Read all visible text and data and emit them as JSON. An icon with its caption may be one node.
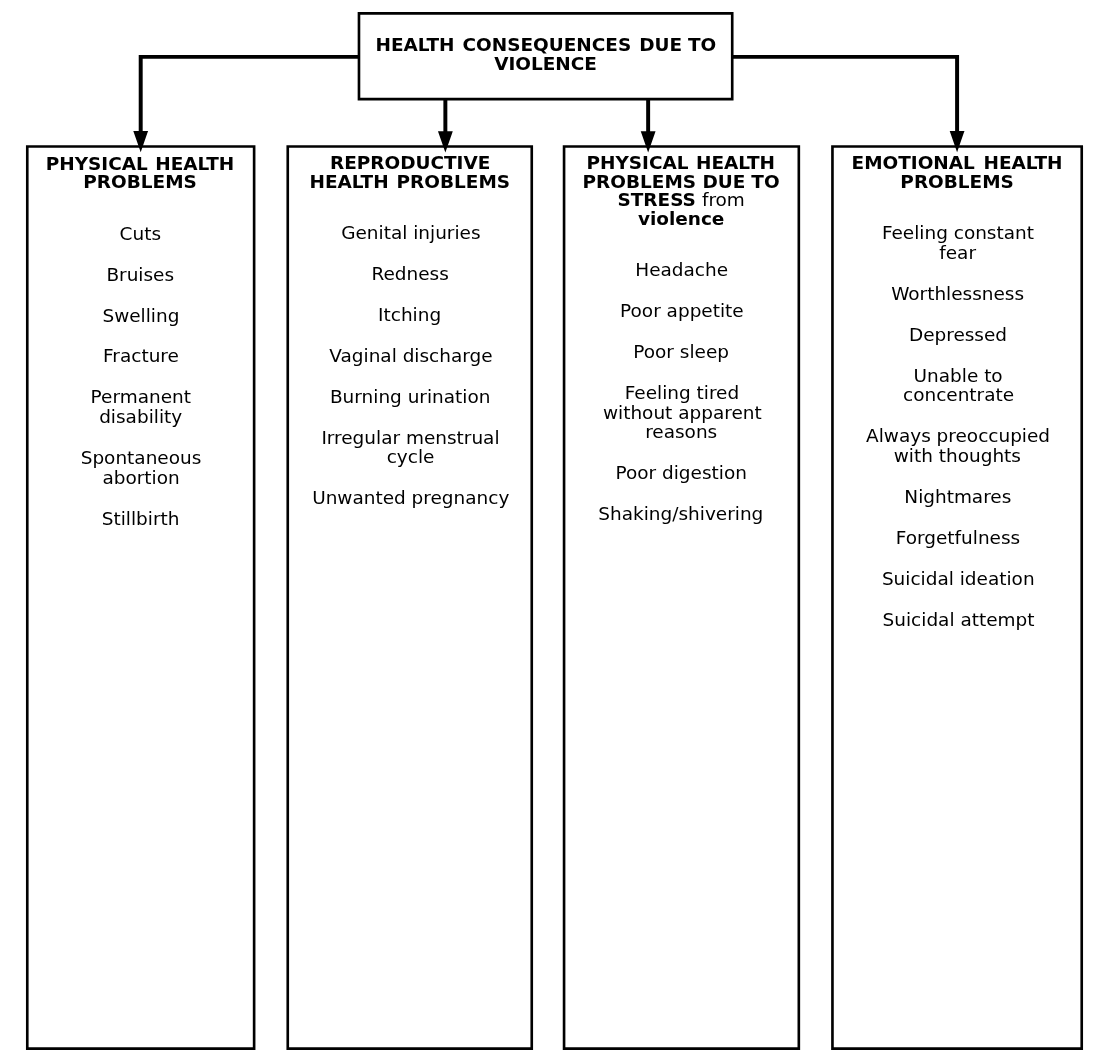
{
  "diagram": {
    "nodes": [
      {
        "text": [
          "HEALTH CONSEQUENCES DUE TO VIOLENCE"
        ]
      },
      {
        "text": [
          "PHYSICAL HEALTH PROBLEMS",
          "Cuts",
          "Bruises",
          "Swelling",
          "Fracture",
          "Permanent disability",
          "Spontaneous abortion",
          "Stillbirth"
        ]
      },
      {
        "text": [
          "REPRODUCTIVE HEALTH PROBLEMS",
          "Genital injuries",
          "Redness",
          "Itching",
          "Vaginal discharge",
          "Burning urination",
          "Irregular menstrual cycle",
          "Unwanted pregnancy"
        ]
      },
      {
        "text": [
          "**PHYSICAL HEALTH PROBLEMS DUE TO STRESS** from **violence**",
          "Headache",
          "Poor appetite",
          "Poor sleep",
          "Feeling tired without apparent reasons",
          "Poor digestion",
          "Shaking/shivering"
        ]
      },
      {
        "text": [
          "EMOTIONAL HEALTH PROBLEMS",
          "Feeling constant fear",
          "Worthlessness",
          "Depressed",
          "Unable to concentrate",
          "Always preoccupied with thoughts",
          "Nightmares",
          "Forgetfulness",
          "Suicidal ideation",
          "Suicidal attempt"
        ]
      }
    ],
    "edges": [
      {
        "from": 0,
        "to": 1,
        "arrow": "to"
      },
      {
        "from": 0,
        "to": 2,
        "arrow": "to"
      },
      {
        "from": 0,
        "to": 3,
        "arrow": "to"
      },
      {
        "from": 0,
        "to": 4,
        "arrow": "to"
      }
    ]
  }
}
